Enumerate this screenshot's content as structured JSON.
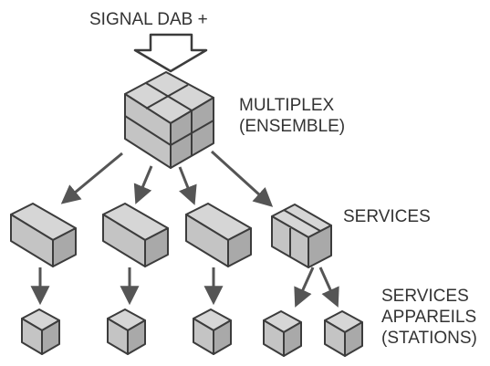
{
  "diagram": {
    "signal_label": "SIGNAL DAB +",
    "multiplex_label": [
      "MULTIPLEX",
      "(ENSEMBLE)"
    ],
    "services_label": "SERVICES",
    "devices_label": [
      "SERVICES",
      "APPAREILS",
      "(STATIONS)"
    ],
    "colors": {
      "top": "#d6d6d6",
      "front": "#c4c4c4",
      "side": "#a9a9a9",
      "stroke": "#3c3c3c",
      "arrow": "#555555",
      "text": "#333333"
    }
  }
}
